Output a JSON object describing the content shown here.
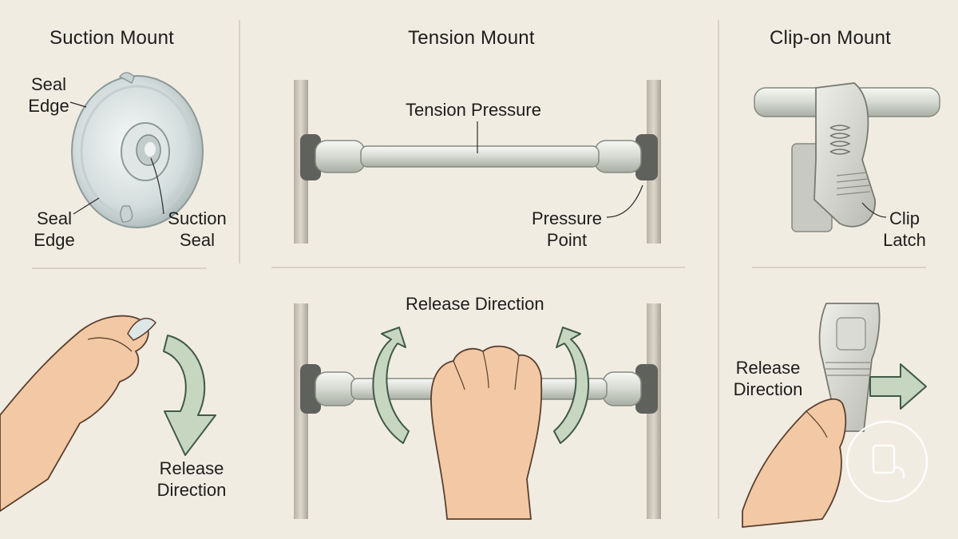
{
  "panels": {
    "suction": {
      "title": "Suction Mount",
      "labels": {
        "seal_edge_top": [
          "Seal",
          "Edge"
        ],
        "seal_edge_bottom": [
          "Seal",
          "Edge"
        ],
        "suction_seal": [
          "Suction",
          "Seal"
        ]
      },
      "release_label": [
        "Release",
        "Direction"
      ]
    },
    "tension": {
      "title": "Tension Mount",
      "labels": {
        "tension_pressure": "Tension Pressure",
        "pressure_point": [
          "Pressure",
          "Point"
        ]
      },
      "release_label": "Release Direction"
    },
    "clip": {
      "title": "Clip-on Mount",
      "labels": {
        "clip_latch": [
          "Clip",
          "Latch"
        ]
      },
      "release_label": [
        "Release",
        "Direction"
      ]
    }
  },
  "colors": {
    "background": "#f1ece2",
    "divider": "#c9c3b6",
    "arrow_green": "#c6d6c1",
    "arrow_stroke": "#3f5a47",
    "skin": "#f2c9a4",
    "metal": "#d7dbd3",
    "cap": "#5f615c"
  },
  "icons": [
    "suction-cup-icon",
    "tension-rod-icon",
    "clip-icon",
    "hand-icon",
    "release-arrow-icon",
    "badge-icon"
  ]
}
